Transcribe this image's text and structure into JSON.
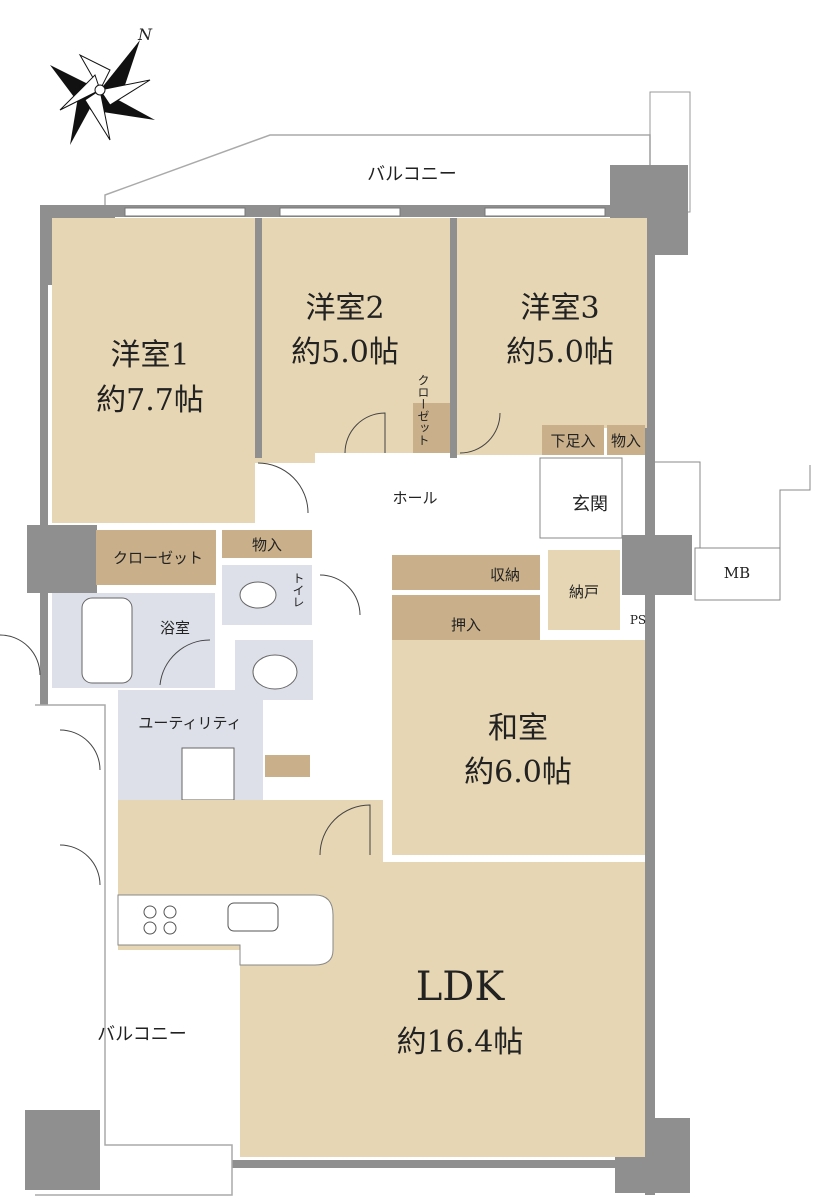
{
  "compass": {
    "label": "N"
  },
  "rooms": {
    "bed1": {
      "name": "洋室1",
      "size": "約7.7帖"
    },
    "bed2": {
      "name": "洋室2",
      "size": "約5.0帖"
    },
    "bed3": {
      "name": "洋室3",
      "size": "約5.0帖"
    },
    "washitsu": {
      "name": "和室",
      "size": "約6.0帖"
    },
    "ldk": {
      "name": "LDK",
      "size": "約16.4帖"
    }
  },
  "labels": {
    "balcony_top": "バルコニー",
    "balcony_left": "バルコニー",
    "hall": "ホール",
    "entrance": "玄関",
    "closet_bed1": "クローゼット",
    "storage_top": "物入",
    "bath": "浴室",
    "toilet": "トイレ",
    "utility": "ユーティリティ",
    "shuno": "収納",
    "oshiire": "押入",
    "nando": "納戸",
    "ps": "PS",
    "mb": "MB",
    "shoebox": "下足入",
    "storage_entrance": "物入",
    "closet_small": "クローゼット"
  }
}
